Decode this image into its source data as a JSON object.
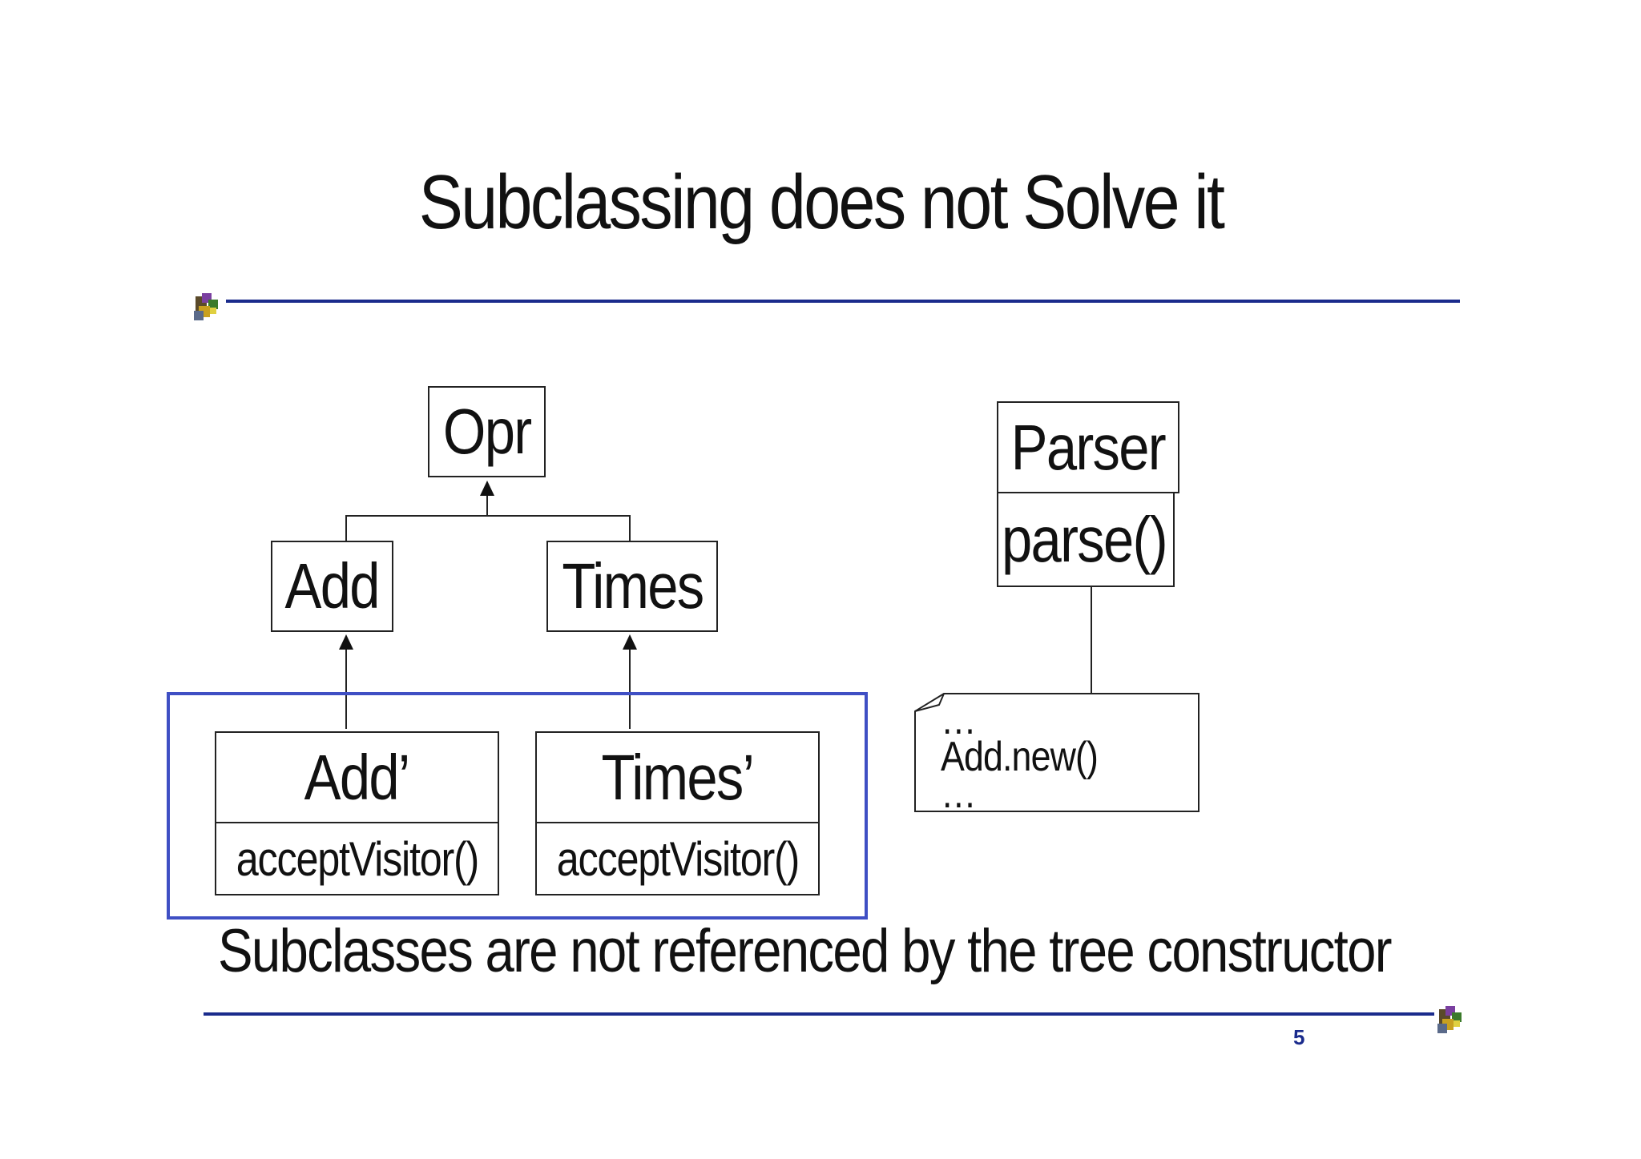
{
  "slide": {
    "title": "Subclassing does not Solve it",
    "caption": "Subclasses are not referenced by the tree constructor",
    "page_number": "5"
  },
  "diagram": {
    "opr": "Opr",
    "add": "Add",
    "times": "Times",
    "add_prime": {
      "name": "Add’",
      "method": "acceptVisitor()"
    },
    "times_prime": {
      "name": "Times’",
      "method": "acceptVisitor()"
    },
    "parser": {
      "name": "Parser",
      "method": "parse()"
    },
    "note": "…\nAdd.new()\n…"
  },
  "colors": {
    "rule": "#1a2b8c",
    "highlight": "#3f4fc4",
    "page_number": "#1a2b8c"
  },
  "icons": [
    "slide-logo-icon"
  ]
}
